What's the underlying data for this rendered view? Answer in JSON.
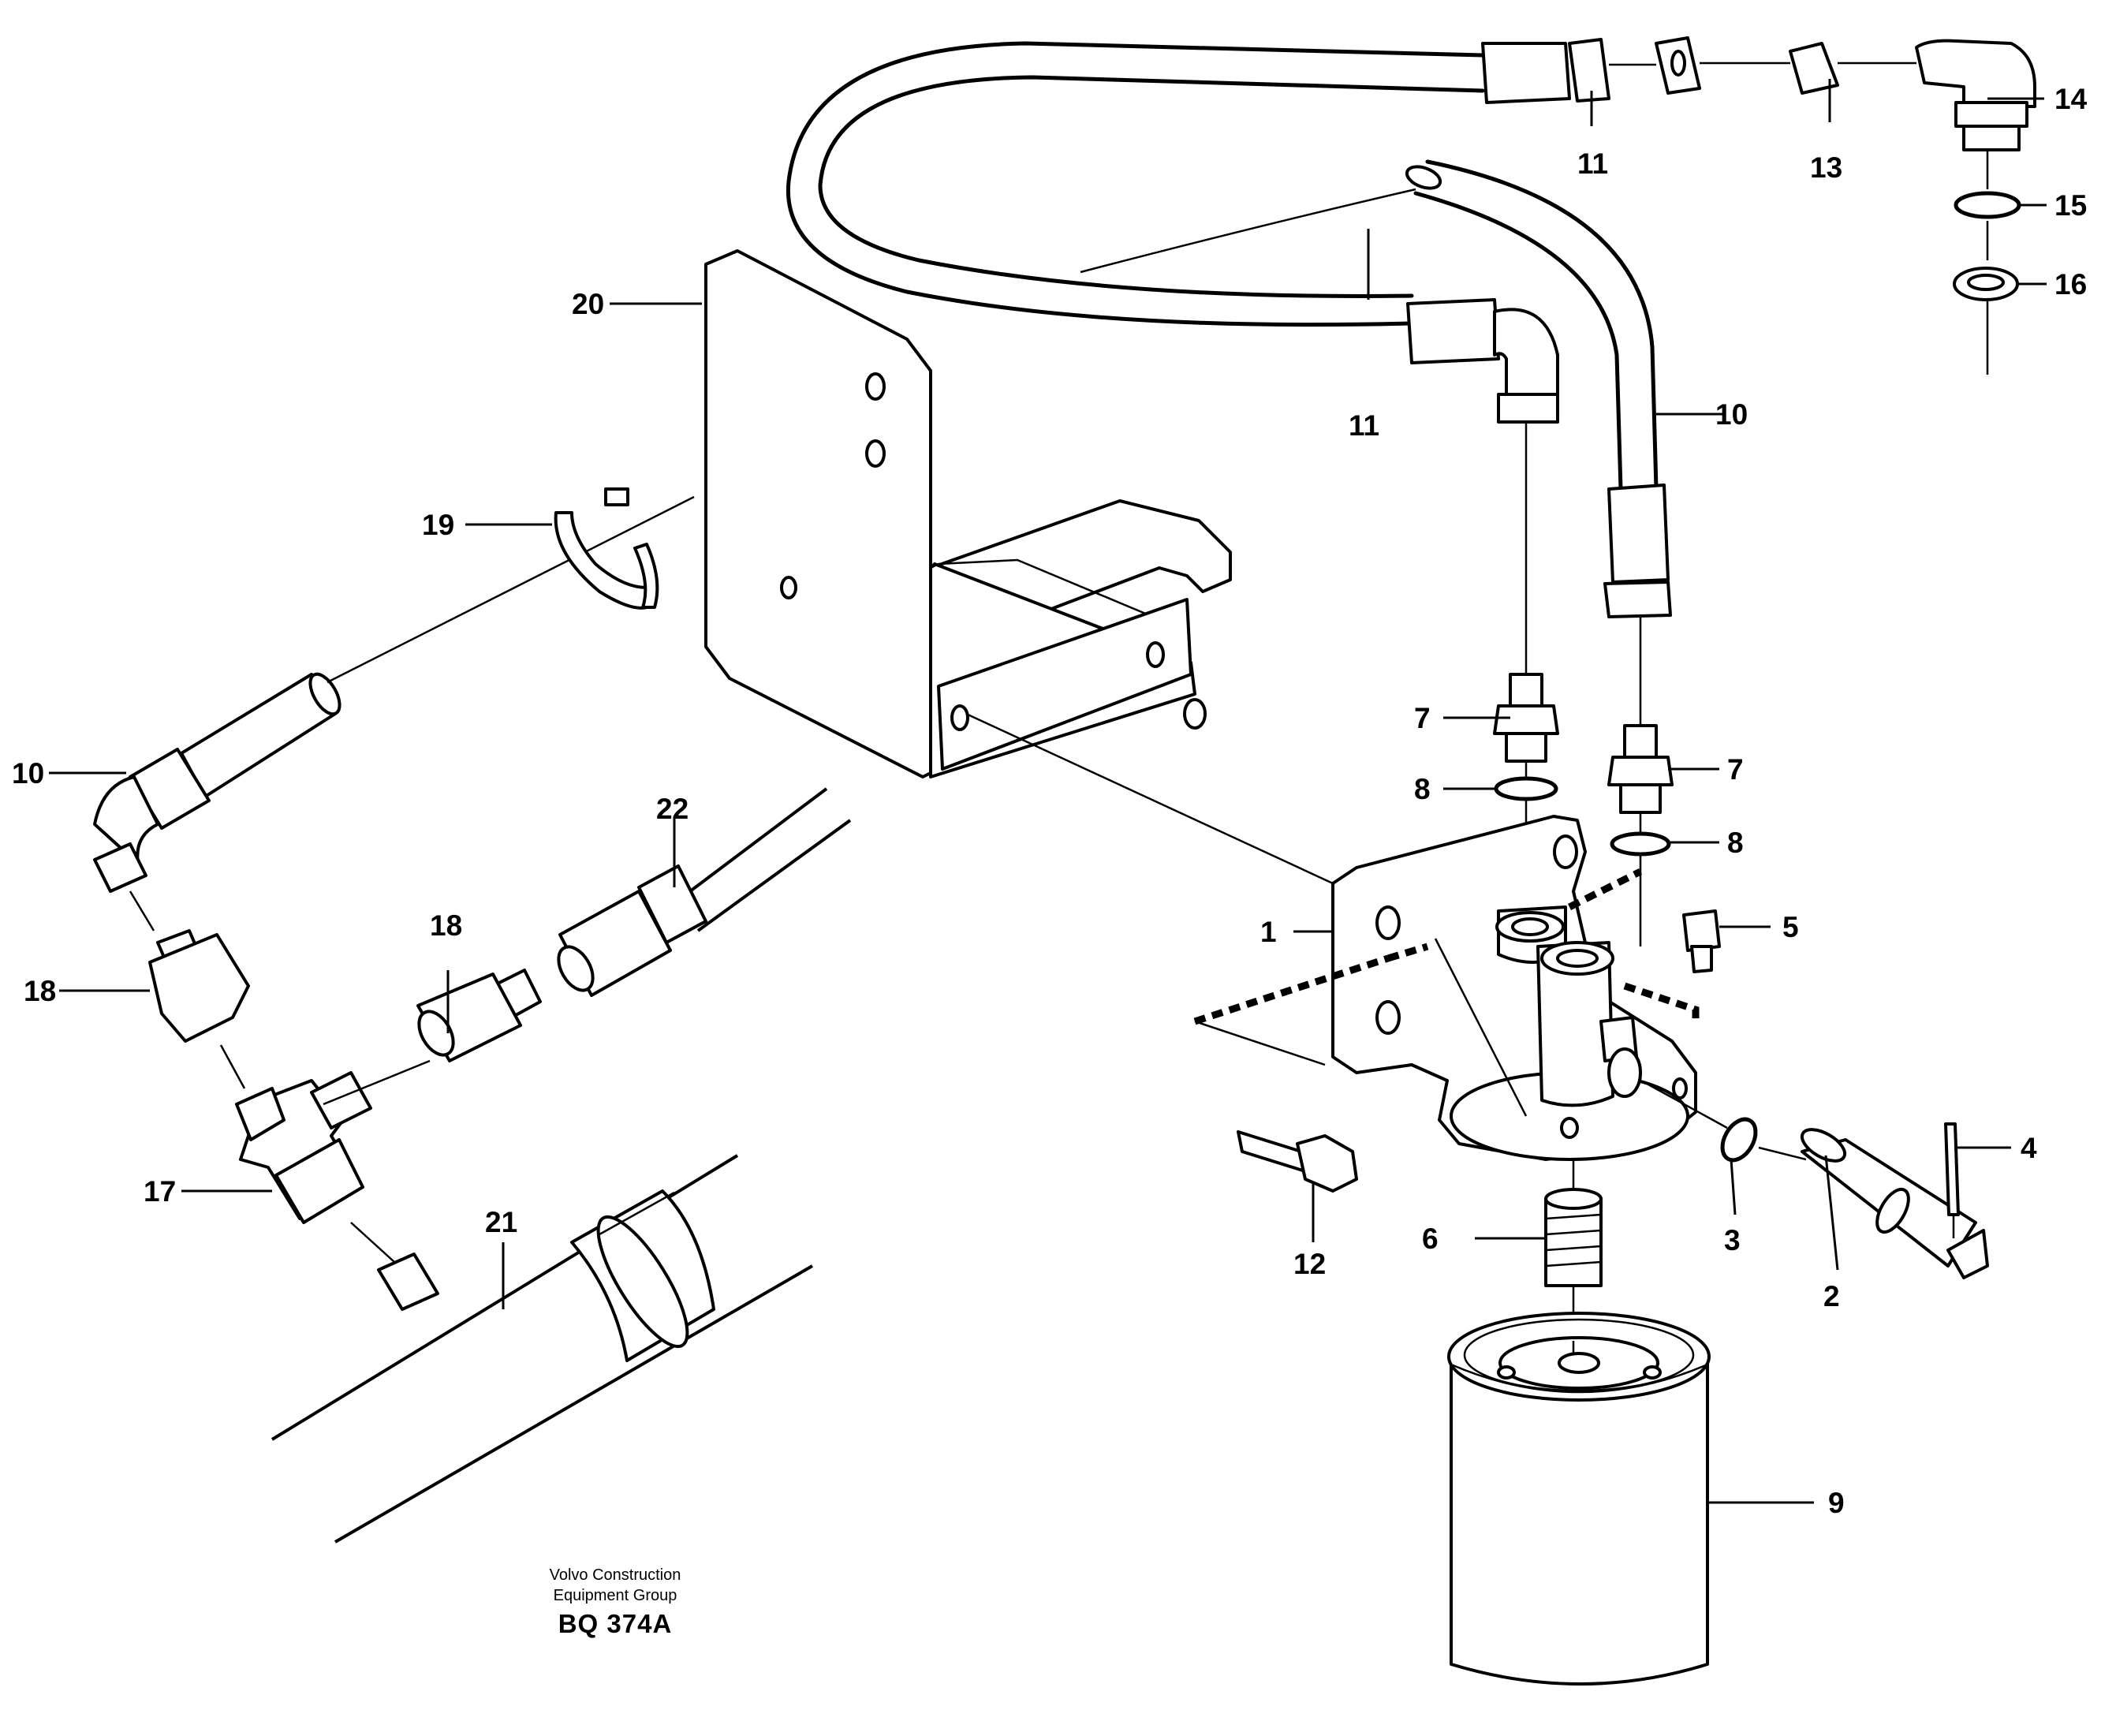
{
  "drawing": {
    "company_line1": "Volvo Construction",
    "company_line2": "Equipment Group",
    "drawing_code": "BQ 374A"
  },
  "callouts": {
    "p1": "1",
    "p2": "2",
    "p3": "3",
    "p4": "4",
    "p5": "5",
    "p6": "6",
    "p7a": "7",
    "p7b": "7",
    "p8a": "8",
    "p8b": "8",
    "p9": "9",
    "p10a": "10",
    "p10b": "10",
    "p11a": "11",
    "p11b": "11",
    "p12": "12",
    "p13": "13",
    "p14": "14",
    "p15": "15",
    "p16": "16",
    "p17": "17",
    "p18a": "18",
    "p18b": "18",
    "p19": "19",
    "p20": "20",
    "p21": "21",
    "p22": "22"
  }
}
